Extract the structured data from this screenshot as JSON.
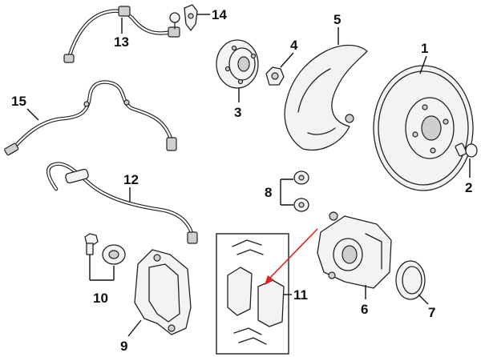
{
  "callouts": {
    "c1": "1",
    "c2": "2",
    "c3": "3",
    "c4": "4",
    "c5": "5",
    "c6": "6",
    "c7": "7",
    "c8": "8",
    "c9": "9",
    "c10": "10",
    "c11": "11",
    "c12": "12",
    "c13": "13",
    "c14": "14",
    "c15": "15"
  },
  "highlight_color": "#e02020"
}
